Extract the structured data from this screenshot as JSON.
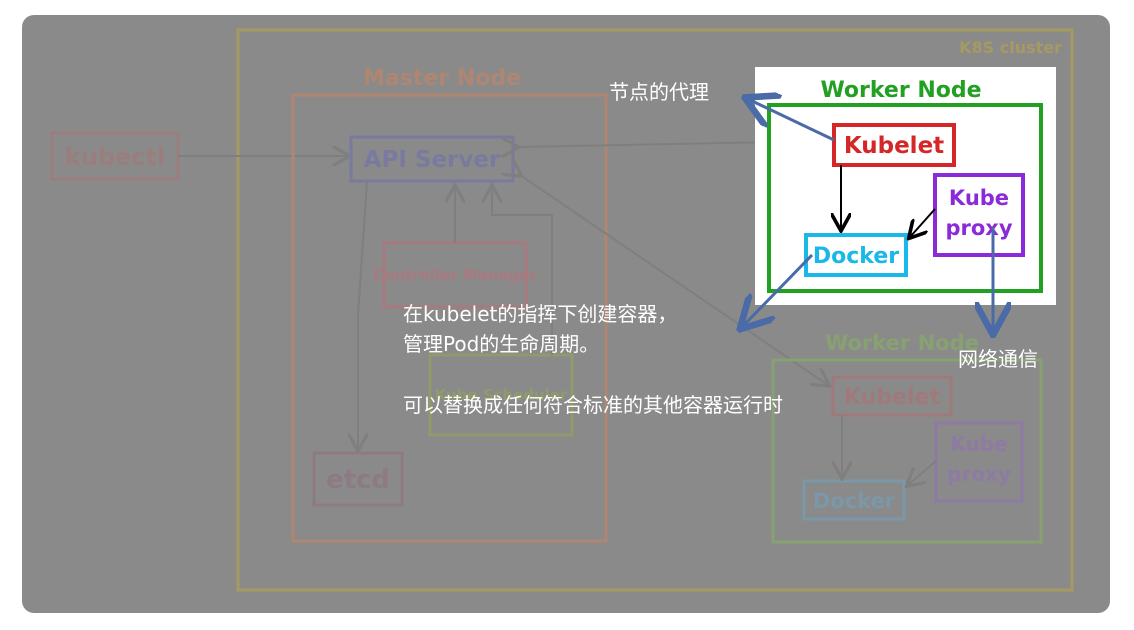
{
  "background": {
    "cluster_label": "K8S cluster",
    "kubectl_label": "kubectl",
    "master_node_label": "Master Node",
    "api_server_label": "API Server",
    "controller_manager_label": "Controller Manager",
    "kube_scheduler_label": "Kube Scheduler",
    "etcd_label": "etcd",
    "worker_node_label": "Worker Node",
    "kubelet_label": "Kubelet",
    "kube_proxy_label_line1": "Kube",
    "kube_proxy_label_line2": "proxy",
    "docker_label": "Docker"
  },
  "popup": {
    "worker_node_label": "Worker Node",
    "kubelet_label": "Kubelet",
    "kube_proxy_label_line1": "Kube",
    "kube_proxy_label_line2": "proxy",
    "docker_label": "Docker"
  },
  "annotations": {
    "kubelet_note": "节点的代理",
    "docker_note_line1": "在kubelet的指挥下创建容器，",
    "docker_note_line2": "管理Pod的生命周期。",
    "docker_note_line3": "可以替换成任何符合标准的其他容器运行时",
    "kube_proxy_note": "网络通信"
  },
  "colors": {
    "overlay": "#8a8a8a",
    "popup_worker": "#22a022",
    "popup_kubelet": "#d42828",
    "popup_proxy": "#8a2ad8",
    "popup_docker": "#1ab8e8",
    "arrow_blue": "#4a6aa8",
    "annotation_text": "#ffffff"
  }
}
